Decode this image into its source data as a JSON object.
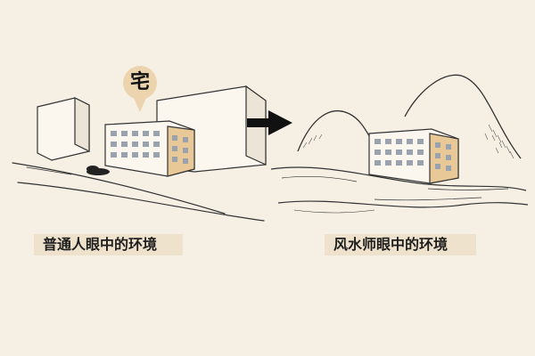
{
  "marker": {
    "label": "宅"
  },
  "captions": {
    "ordinary_view": "普通人眼中的环境",
    "fengshui_view": "风水师眼中的环境"
  },
  "colors": {
    "background": "#f6f0e4",
    "caption_bg": "#efe2cd",
    "marker_bg": "#ecd4ae",
    "building_accent": "#e8c896",
    "ink": "#1e1e1e"
  }
}
